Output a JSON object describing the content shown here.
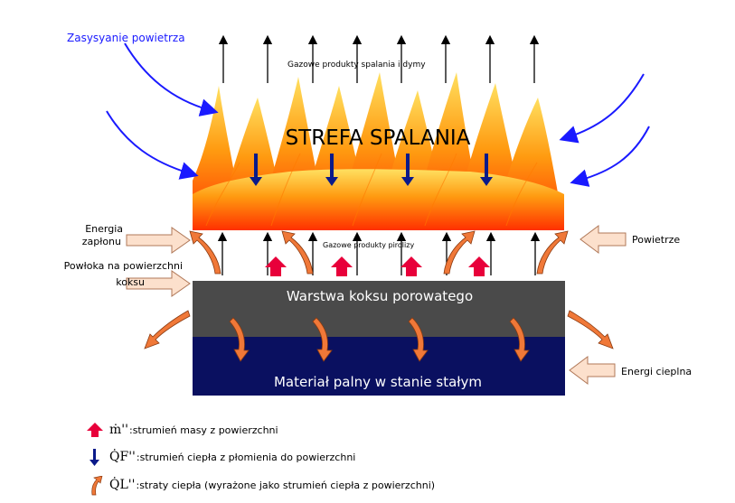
{
  "labels": {
    "air_suction": "Zasysyanie powietrza",
    "combustion_gases": "Gazowe produkty spalania i dymy",
    "combustion_zone": "STREFA SPALANIA",
    "ignition_energy_line1": "Energia",
    "ignition_energy_line2": "zapłonu",
    "air": "Powietrze",
    "pyrolysis_gases": "Gazowe produkty pirolizy",
    "coke_surface_line1": "Powłoka na powierzchni",
    "coke_surface_line2": "koksu",
    "porous_coke_layer": "Warstwa koksu porowatego",
    "solid_fuel": "Materiał palny w stanie stałym",
    "heat_energy": "Energi cieplna"
  },
  "legend": [
    {
      "symbol": "ṁ''",
      "text": ":strumień masy z powierzchni",
      "icon": "red-up-arrow"
    },
    {
      "symbol": "Q̇F''",
      "text": ":strumień ciepła z płomienia do powierzchni",
      "icon": "blue-down-arrow"
    },
    {
      "symbol": "Q̇L''",
      "text": ":straty ciepła (wyrażone jako strumień ciepła z powierzchni)",
      "icon": "orange-curved-arrow"
    }
  ],
  "colors": {
    "flame_top": "#ffd24a",
    "flame_bottom": "#ff3a00",
    "coke_layer": "#4a4a4a",
    "solid_fuel": "#0a1060",
    "mass_flux_arrow": "#e8003a",
    "heat_flux_arrow": "#0a1a8a",
    "heat_loss_arrow": "#f07838",
    "input_arrow": "#fce0cc",
    "suction_arrow": "#1a1aff"
  }
}
